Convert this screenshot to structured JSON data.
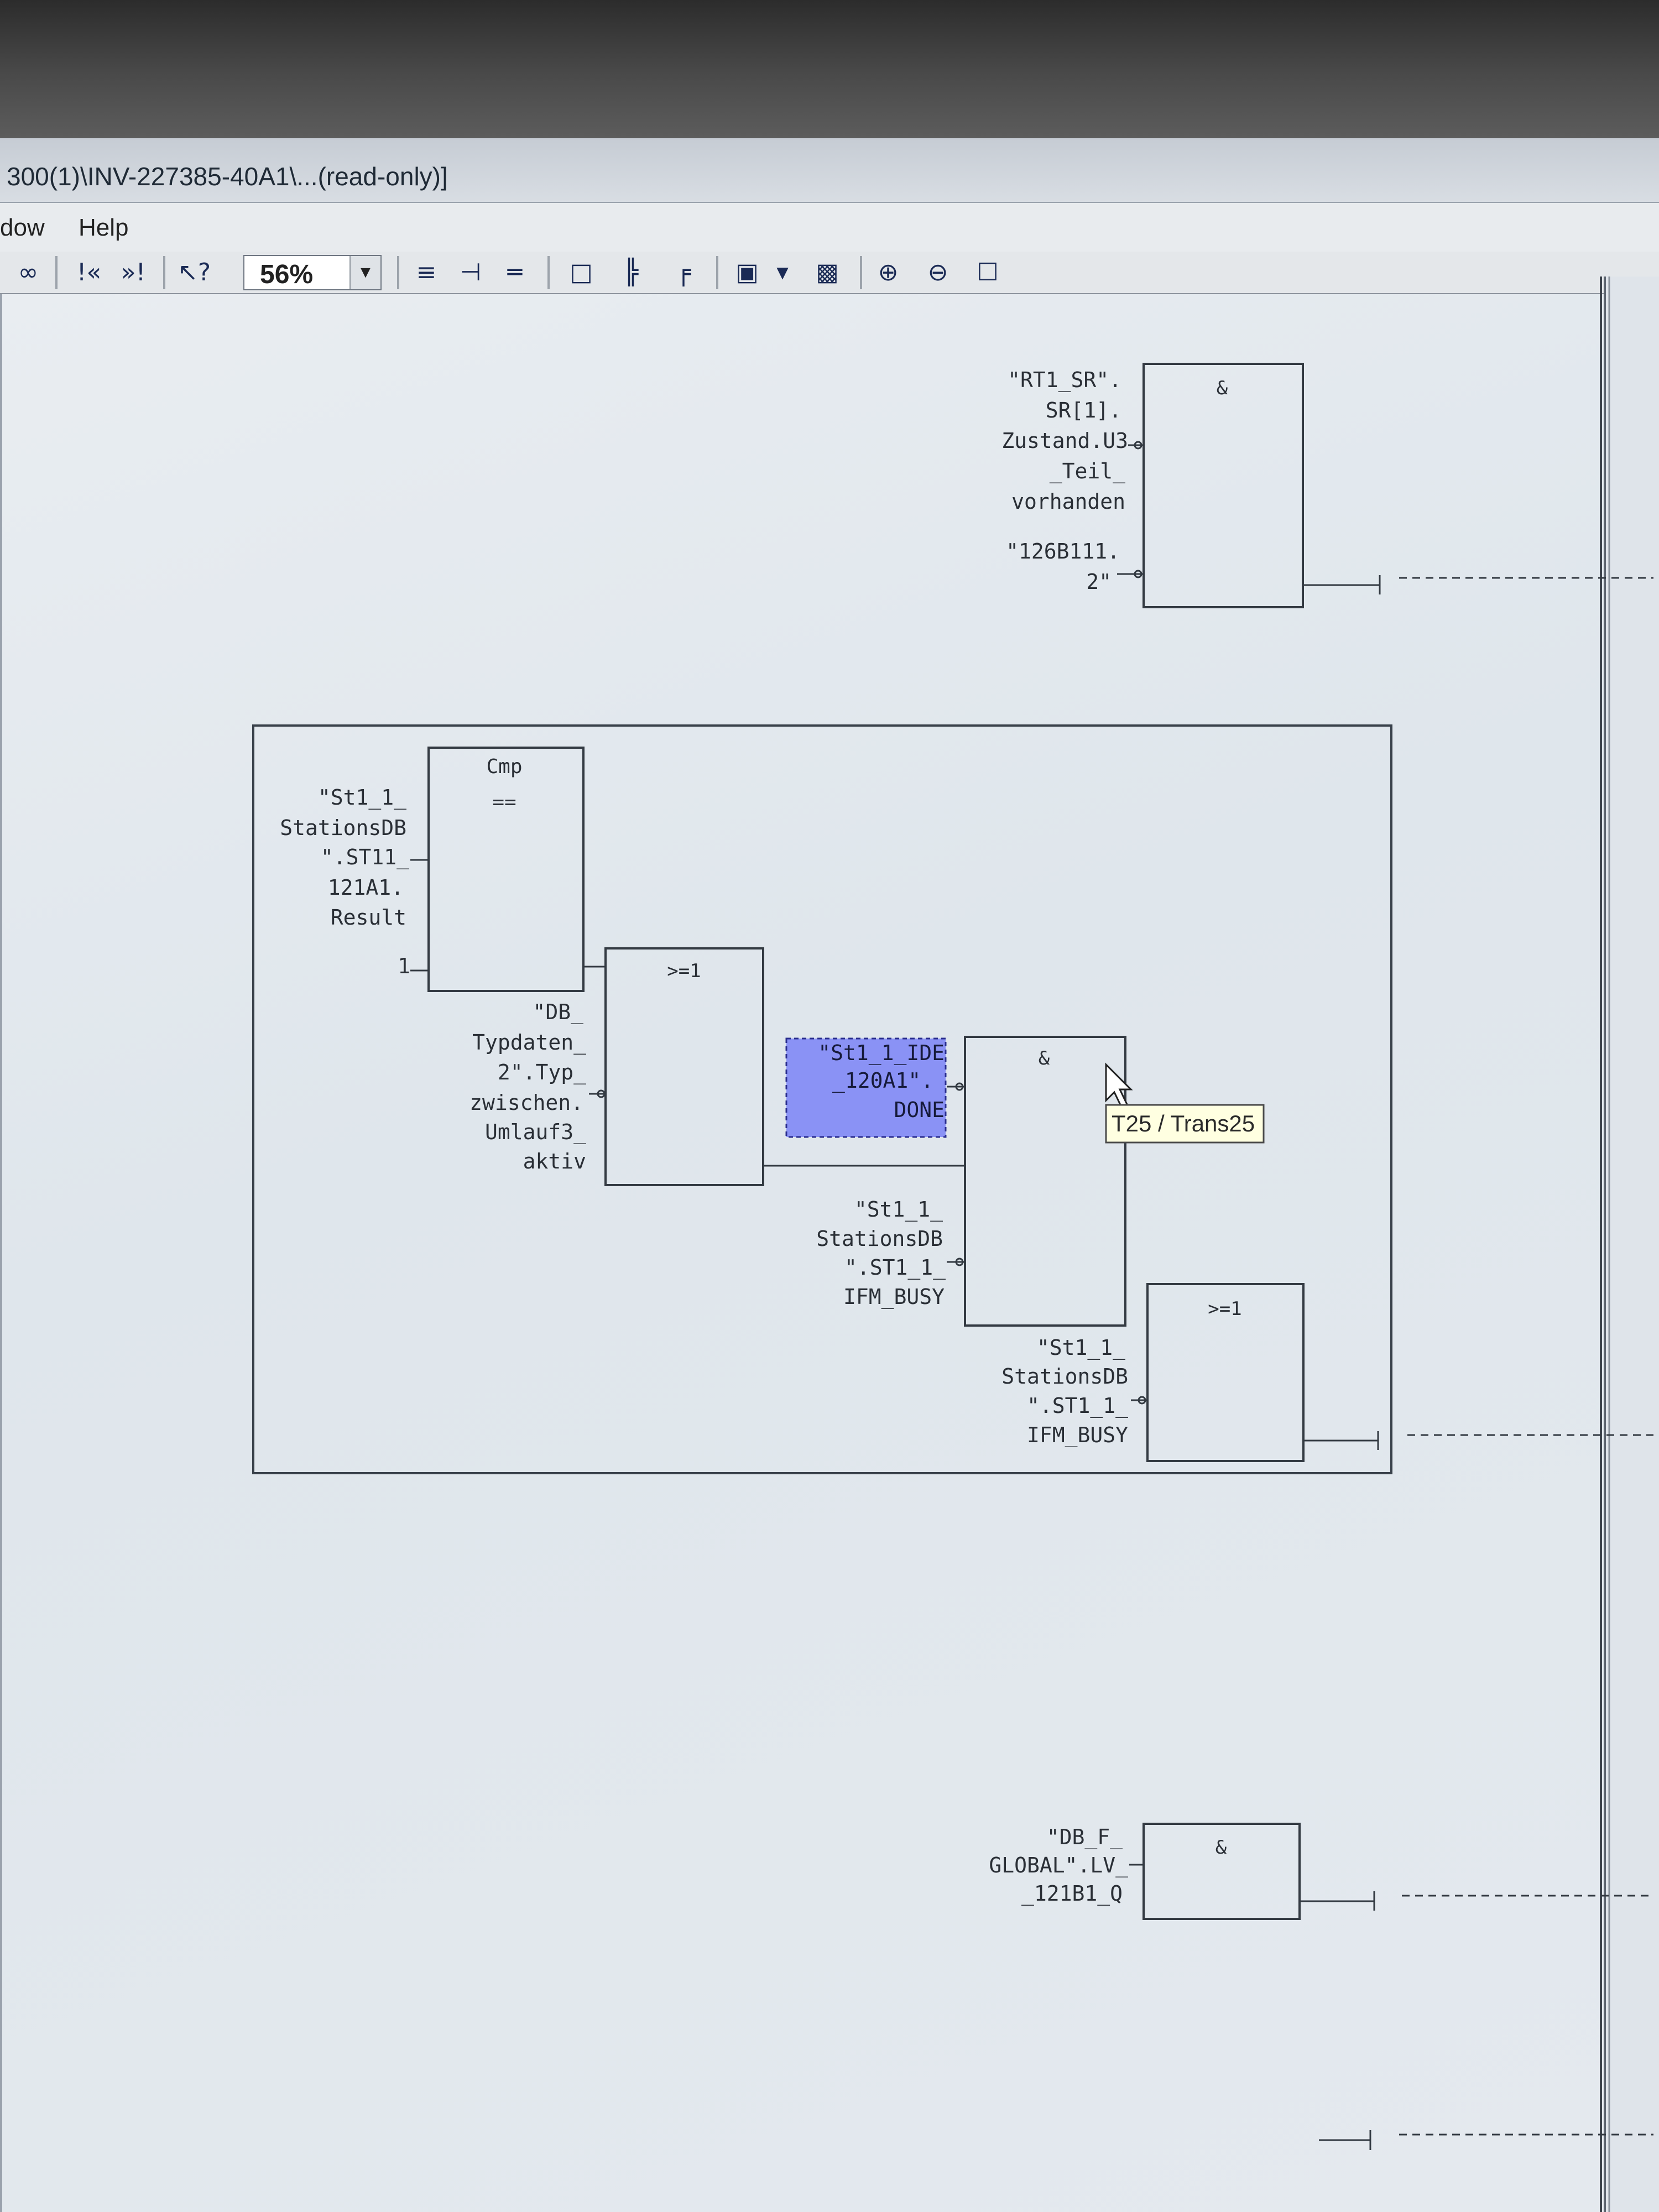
{
  "window": {
    "title": "300(1)\\INV-227385-40A1\\...(read-only)]"
  },
  "menu": {
    "items": [
      "dow",
      "Help"
    ]
  },
  "toolbar": {
    "zoom_value": "56%",
    "icons": [
      "glasses-icon",
      "first-icon",
      "prev-icon",
      "next-icon",
      "whats-this-icon",
      "network-icon",
      "coil-icon",
      "contact-icon",
      "box-icon",
      "branch-icon",
      "tree-icon",
      "window-icon",
      "dropdown-icon",
      "overview-icon",
      "zoom-in-icon",
      "zoom-out-icon",
      "fit-icon"
    ]
  },
  "network1": {
    "and_label": "&",
    "input1": [
      "\"RT1_SR\".",
      "SR[1].",
      "Zustand.U3",
      "_Teil_",
      "vorhanden"
    ],
    "input2": [
      "\"126B111.",
      "2\""
    ]
  },
  "network2": {
    "cmp_title": "Cmp",
    "cmp_op": "==",
    "cmp_in1": [
      "\"St1_1_",
      "StationsDB",
      "\".ST11_",
      "121A1.",
      "Result"
    ],
    "cmp_in2": "1",
    "or1_label": ">=1",
    "or1_in": [
      "\"DB_",
      "Typdaten_",
      "2\".Typ_",
      "zwischen.",
      "Umlauf3_",
      "aktiv"
    ],
    "highlight": [
      "\"St1_1_IDE",
      "_120A1\".",
      "DONE"
    ],
    "and_label": "&",
    "and_in2": [
      "\"St1_1_",
      "StationsDB",
      "\".ST1_1_",
      "IFM_BUSY"
    ],
    "tooltip": "T25 / Trans25",
    "or2_label": ">=1",
    "or2_in": [
      "\"St1_1_",
      "StationsDB",
      "\".ST1_1_",
      "IFM_BUSY"
    ]
  },
  "network3": {
    "and_label": "&",
    "input": [
      "\"DB_F_",
      "GLOBAL\".LV_",
      "_121B1_Q"
    ]
  }
}
